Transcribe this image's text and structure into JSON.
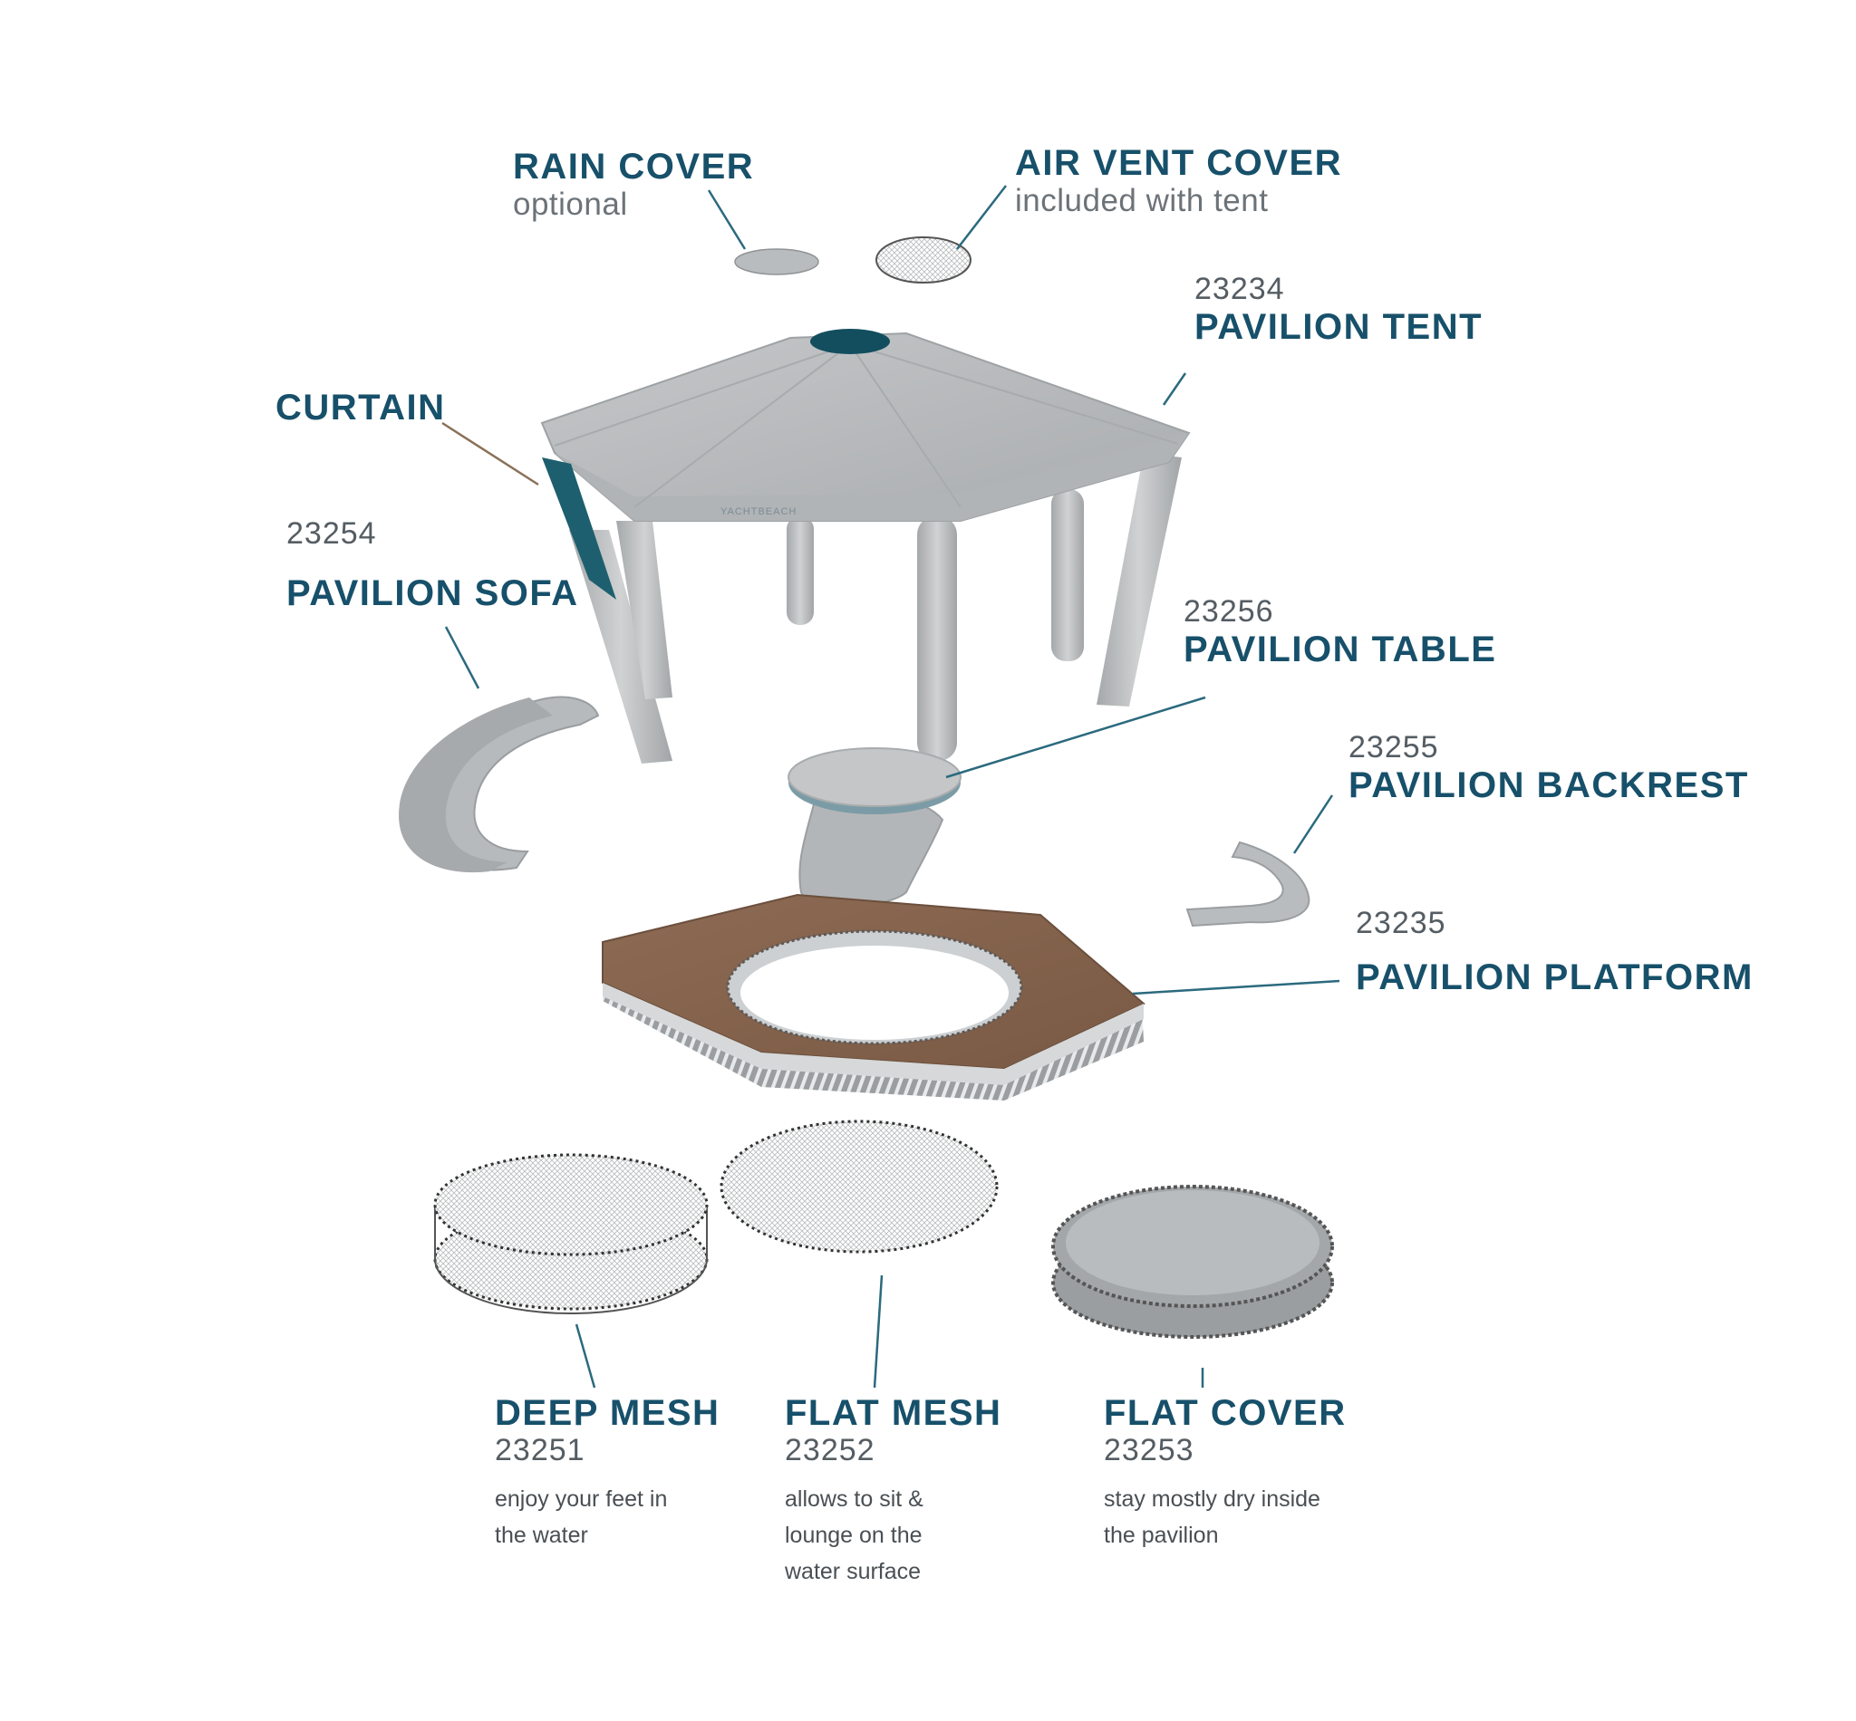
{
  "colors": {
    "label_title": "#17506a",
    "label_number": "#555d63",
    "leader_teal": "#2b6a7e",
    "leader_brown": "#8a7158",
    "inflatable_gray": "#b8bbbd",
    "platform_brown": "#8e6a52",
    "curtain_teal": "#1d5f6e"
  },
  "labels": {
    "rain_cover": {
      "title": "RAIN COVER",
      "sub": "optional"
    },
    "air_vent_cover": {
      "title": "AIR VENT COVER",
      "sub": "included with tent"
    },
    "pavilion_tent": {
      "number": "23234",
      "title": "PAVILION TENT"
    },
    "curtain": {
      "title": "CURTAIN"
    },
    "pavilion_sofa": {
      "number": "23254",
      "title": "PAVILION SOFA"
    },
    "pavilion_table": {
      "number": "23256",
      "title": "PAVILION TABLE"
    },
    "pavilion_backrest": {
      "number": "23255",
      "title": "PAVILION BACKREST"
    },
    "pavilion_platform": {
      "number": "23235",
      "title": "PAVILION PLATFORM"
    },
    "deep_mesh": {
      "title": "DEEP MESH",
      "number": "23251",
      "description": "enjoy your feet in the water"
    },
    "flat_mesh": {
      "title": "FLAT MESH",
      "number": "23252",
      "description": "allows to sit & lounge on the water surface"
    },
    "flat_cover": {
      "title": "FLAT COVER",
      "number": "23253",
      "description": "stay mostly dry inside the pavilion"
    }
  },
  "icons": {
    "tent": "pavilion-tent-icon",
    "sofa": "pavilion-sofa-icon",
    "table": "pavilion-table-icon",
    "backrest": "pavilion-backrest-icon",
    "platform": "pavilion-platform-icon",
    "rain_cover": "rain-cover-icon",
    "air_vent": "air-vent-cover-icon",
    "deep_mesh": "deep-mesh-icon",
    "flat_mesh": "flat-mesh-icon",
    "flat_cover": "flat-cover-icon"
  }
}
